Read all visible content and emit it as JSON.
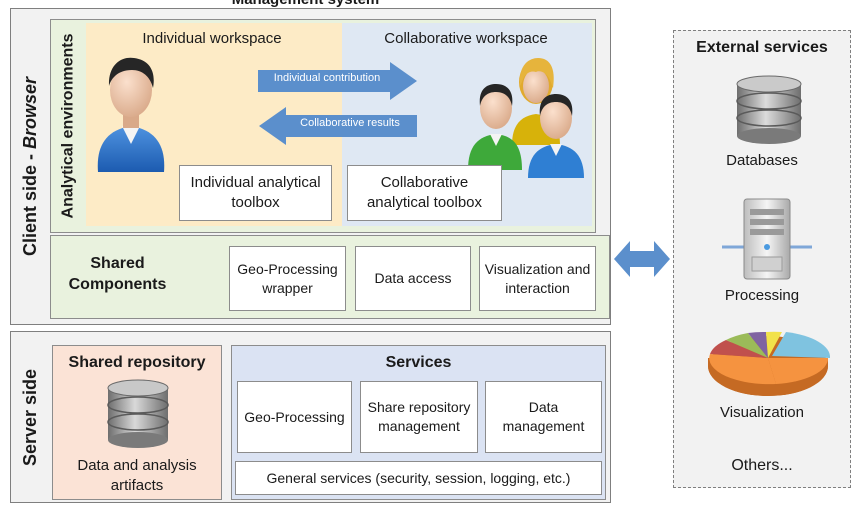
{
  "top_title": "Management system",
  "client_side": {
    "label_plain": "Client side - ",
    "label_italic": "Browser",
    "analytical": {
      "label": "Analytical environments",
      "individual_workspace": "Individual workspace",
      "collaborative_workspace": "Collaborative workspace",
      "arrow_contribution": "Individual contribution",
      "arrow_results": "Collaborative results",
      "individual_toolbox": "Individual analytical toolbox",
      "collaborative_toolbox": "Collaborative analytical toolbox"
    },
    "shared_components": {
      "label": "Shared Components",
      "items": [
        "Geo-Processing wrapper",
        "Data access",
        "Visualization and interaction"
      ]
    }
  },
  "server_side": {
    "label": "Server side",
    "repository": {
      "title": "Shared repository",
      "caption": "Data and analysis artifacts"
    },
    "services": {
      "title": "Services",
      "items": [
        "Geo-Processing",
        "Share repository management",
        "Data management"
      ],
      "general": "General services (security, session, logging, etc.)"
    }
  },
  "external": {
    "title": "External services",
    "items": [
      "Databases",
      "Processing",
      "Visualization",
      "Others..."
    ]
  },
  "colors": {
    "client_bg": "#f2f2f2",
    "analytical_bg": "#e9f2de",
    "individual_bg": "#fdebc6",
    "collaborative_bg": "#dfe8f3",
    "arrow_blue": "#5b8fcc",
    "repo_bg": "#fbe3d6",
    "services_bg": "#dbe3f3"
  }
}
